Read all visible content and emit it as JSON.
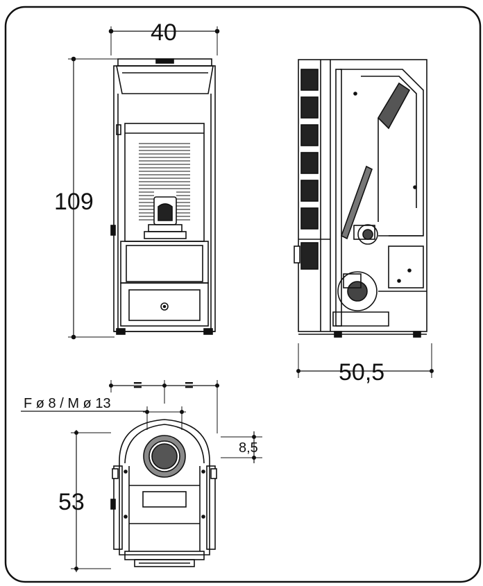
{
  "dimensions": {
    "width_front": "40",
    "height": "109",
    "depth_side": "50,5",
    "depth_top": "53",
    "equal_left": "=",
    "equal_right": "=",
    "flue_diameter": "F ø 8 / M ø 13",
    "flue_offset": "8,5"
  },
  "colors": {
    "line": "#111111",
    "background": "#ffffff",
    "flue_gray": "#8a8a8a",
    "flue_dark": "#555555"
  }
}
